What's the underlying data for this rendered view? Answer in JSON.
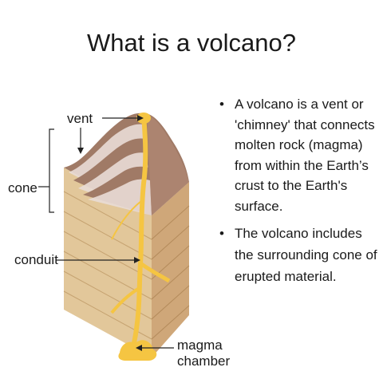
{
  "slide": {
    "title": "What is a volcano?"
  },
  "diagram": {
    "labels": {
      "vent": "vent",
      "cone": "cone",
      "conduit": "conduit",
      "magma_chamber_line1": "magma",
      "magma_chamber_line2": "chamber"
    }
  },
  "bullets": [
    {
      "marker": "•",
      "text": " A volcano is a vent or 'chimney' that connects molten rock (magma) from within the Earth’s crust to the Earth's surface."
    },
    {
      "marker": "•",
      "text": "The volcano includes the surrounding cone of erupted material."
    }
  ],
  "colors": {
    "magma": "#f5c542",
    "cone_dark": "#a07a66",
    "cone_light": "#e9dcd6",
    "rock_front": "#e2c79a",
    "rock_side": "#cfa779"
  }
}
